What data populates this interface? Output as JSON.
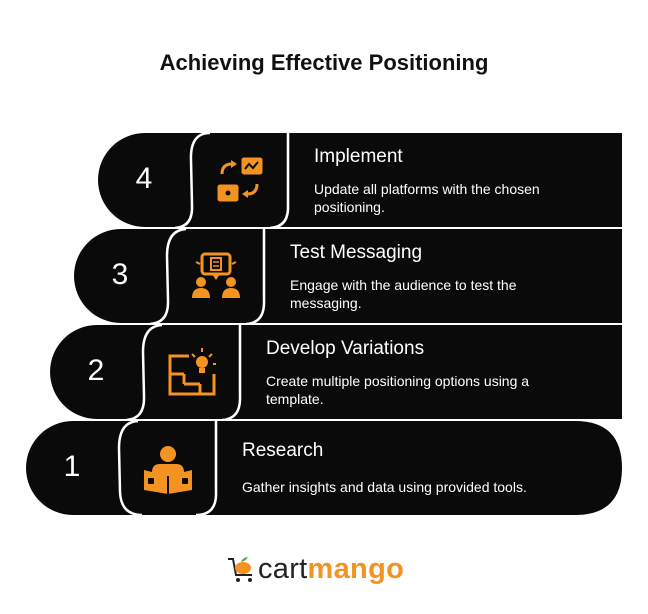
{
  "title": "Achieving Effective Positioning",
  "steps": [
    {
      "number": "1",
      "title": "Research",
      "description": "Gather insights and data using provided tools.",
      "icon": "person-reading-icon"
    },
    {
      "number": "2",
      "title": "Develop Variations",
      "description": "Create multiple positioning options using a template.",
      "icon": "idea-template-icon"
    },
    {
      "number": "3",
      "title": "Test Messaging",
      "description": "Engage with the audience to test the messaging.",
      "icon": "audience-feedback-icon"
    },
    {
      "number": "4",
      "title": "Implement",
      "description": "Update all platforms with the chosen positioning.",
      "icon": "platform-sync-icon"
    }
  ],
  "logo": {
    "part1": "cart",
    "part2": "mango",
    "icon": "mango-cart-icon"
  },
  "colors": {
    "background": "#000000",
    "accent": "#f39321",
    "text": "#ffffff"
  }
}
